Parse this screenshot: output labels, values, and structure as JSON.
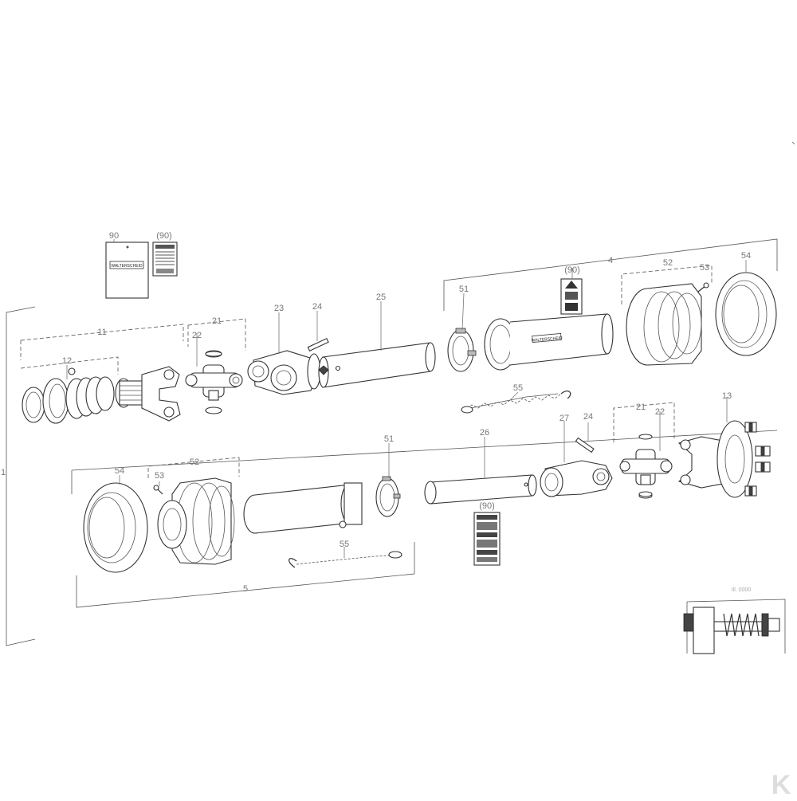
{
  "diagram": {
    "callouts": {
      "c90": "90",
      "c90b": "(90)",
      "c4": "4",
      "c52a": "52",
      "c53a": "53",
      "c54a": "54",
      "c90c": "(90)",
      "c51a": "51",
      "c25": "25",
      "c24a": "24",
      "c23": "23",
      "c21a": "21",
      "c22a": "22",
      "c11": "11",
      "c12": "12",
      "c55a": "55",
      "c13": "13",
      "c21b": "21",
      "c22b": "22",
      "c24b": "24",
      "c27": "27",
      "c26": "26",
      "c51b": "51",
      "c52b": "52",
      "c53b": "53",
      "c54b": "54",
      "c55b": "55",
      "c90d": "(90)",
      "c5": "5",
      "c1": "1"
    },
    "labels": {
      "brand_plate": "WALTERSCHEID",
      "tube_brand": "WALTERSCHEID",
      "detail_tag": "Ill. 0000"
    },
    "watermark": "K",
    "colors": {
      "line": "#333333",
      "callout": "#777777",
      "watermark": "#dddddd"
    }
  }
}
